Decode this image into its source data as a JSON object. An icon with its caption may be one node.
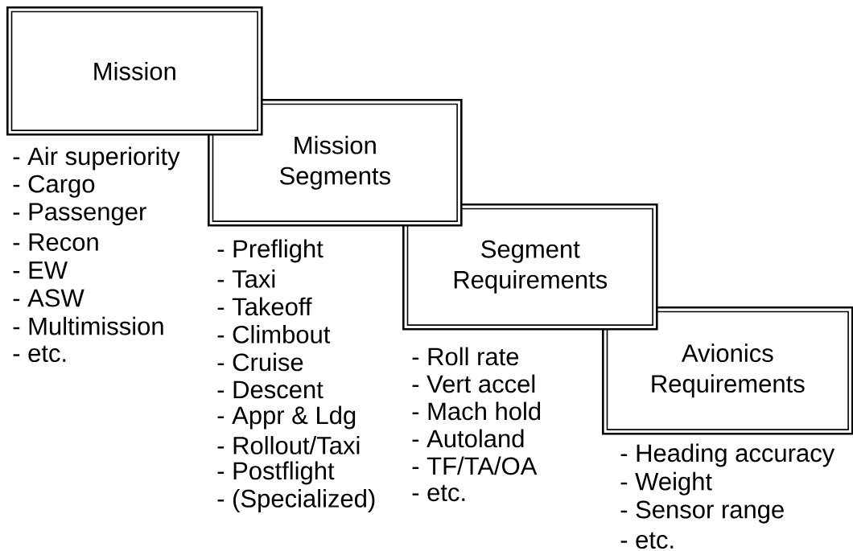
{
  "diagram": {
    "nodes": [
      {
        "text": [
          "Mission"
        ],
        "beside": [
          "- Air superiority",
          "- Cargo",
          "- Passenger",
          "- Recon",
          "- EW",
          "- ASW",
          "- Multimission",
          "- etc."
        ]
      },
      {
        "text": [
          "Mission Segments"
        ],
        "beside": [
          "- Preflight",
          "- Taxi",
          "- Takeoff",
          "- Climbout",
          "- Cruise",
          "- Descent",
          "- Appr & Ldg",
          "- Rollout/Taxi",
          "- Postflight",
          "- (Specialized)"
        ]
      },
      {
        "text": [
          "Segment Requirements"
        ],
        "beside": [
          "- Roll rate",
          "- Vert accel",
          "- Mach hold",
          "- Autoland",
          "- TF/TA/OA",
          "- etc."
        ]
      },
      {
        "text": [
          "Avionics Requirements"
        ],
        "beside": [
          "- Heading accuracy",
          "- Weight",
          "- Sensor range",
          "- etc."
        ]
      }
    ]
  }
}
